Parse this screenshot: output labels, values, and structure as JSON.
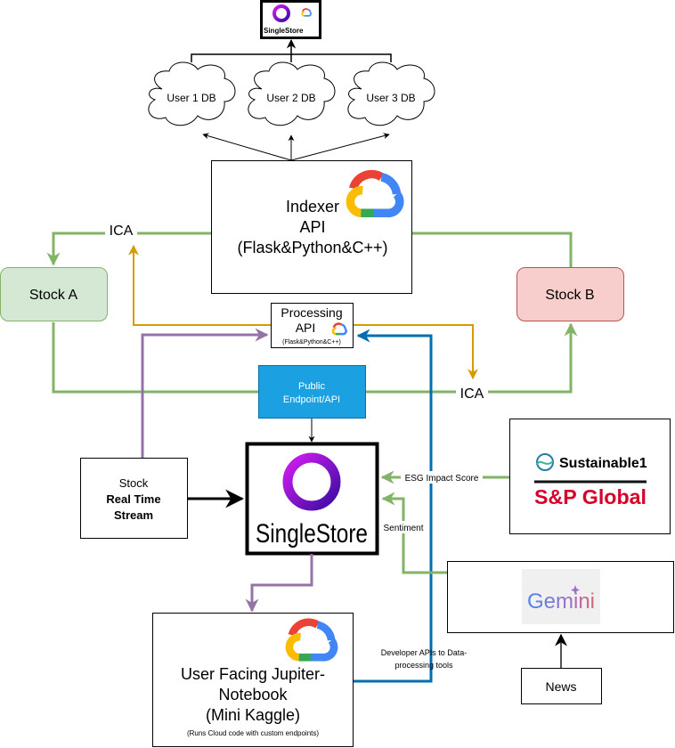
{
  "colors": {
    "green_edge": "#82b366",
    "stock_a_fill": "#d5e8d4",
    "stock_b_fill": "#f8cecc",
    "stock_b_stroke": "#b85450",
    "orange_edge": "#d79b00",
    "purple_edge": "#9673a6",
    "blue_edge": "#006eaf",
    "public_api_fill": "#1ba1e2",
    "singlestore_purple": "#8a2be2",
    "sp_red": "#d6002a"
  },
  "top_db": {
    "logo_text": "SingleStore",
    "icon": "google-cloud-icon"
  },
  "clouds": [
    {
      "label": "User 1 DB"
    },
    {
      "label": "User 2 DB"
    },
    {
      "label": "User 3 DB"
    }
  ],
  "indexer": {
    "line1": "Indexer",
    "line2": "API",
    "line3": "(Flask&Python&C++)",
    "icon": "google-cloud-icon"
  },
  "stock_a": {
    "label": "Stock A"
  },
  "stock_b": {
    "label": "Stock B"
  },
  "ica_labels": [
    "ICA",
    "ICA"
  ],
  "processing": {
    "line1": "Processing",
    "line2": "API",
    "line3": "(Flask&Python&C++)"
  },
  "public_api": {
    "line1": "Public",
    "line2": "Endpoint/API"
  },
  "stream": {
    "line1": "Stock",
    "line2": "Real Time",
    "line3": "Stream"
  },
  "singlestore": {
    "logo_text": "SingleStore"
  },
  "sp_global": {
    "line1": "Sustainable1",
    "line2": "S&P Global"
  },
  "edge_labels": {
    "esg": "ESG Impact Score",
    "sentiment": "Sentiment",
    "dev_api_1": "Developer APIs to Data-",
    "dev_api_2": "processing tools"
  },
  "gemini": {
    "label": "Gemini"
  },
  "news": {
    "label": "News"
  },
  "notebook": {
    "line1": "User Facing Jupiter-",
    "line2": "Notebook",
    "line3": "(Mini Kaggle)",
    "line4": "(Runs Cloud code with custom endpoints)"
  }
}
